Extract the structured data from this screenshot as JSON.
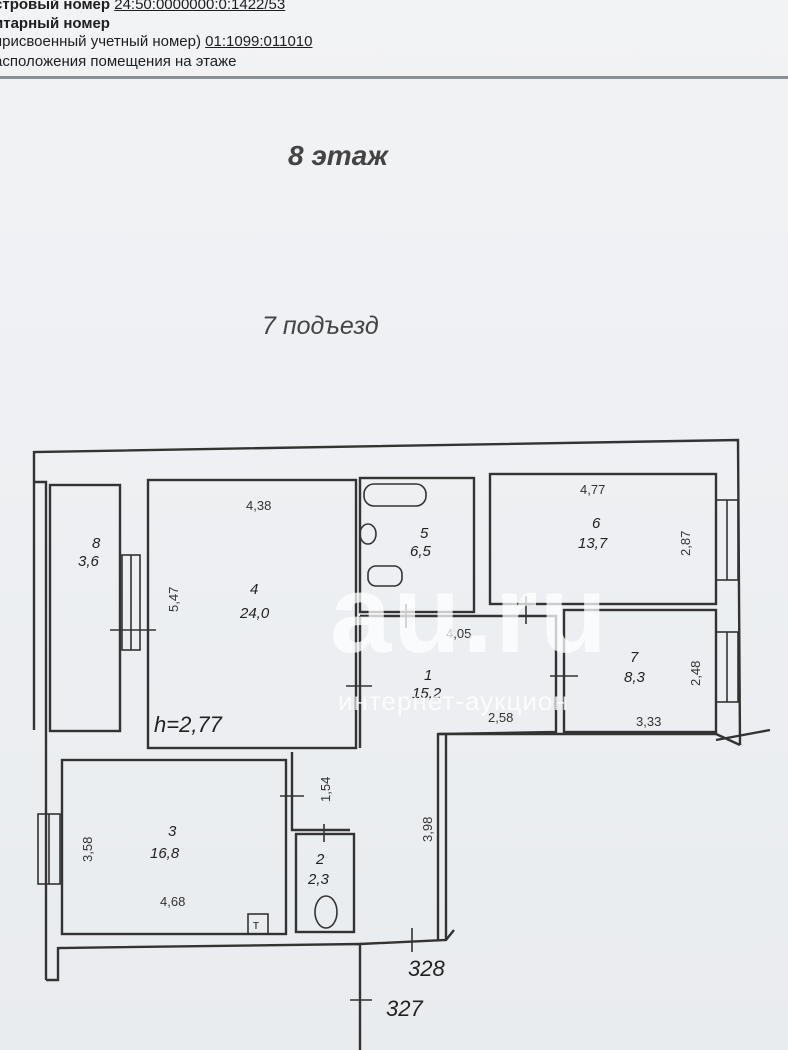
{
  "header": {
    "cadastral_label": "стровый номер",
    "cadastral_value": "24:50:0000000:0:1422/53",
    "inventory_label": "итарный номер",
    "assigned_label": "присвоенный учетный номер)",
    "assigned_value": "01:1099:011010",
    "location_label": "асположения помещения на этаже"
  },
  "plan": {
    "floor_title": "8 этаж",
    "entrance_label": "7  подъезд",
    "ceiling_height": "h=2,77",
    "rooms": [
      {
        "num": "1",
        "area": "15,2"
      },
      {
        "num": "2",
        "area": "2,3"
      },
      {
        "num": "3",
        "area": "16,8"
      },
      {
        "num": "4",
        "area": "24,0"
      },
      {
        "num": "5",
        "area": "6,5"
      },
      {
        "num": "6",
        "area": "13,7"
      },
      {
        "num": "7",
        "area": "8,3"
      },
      {
        "num": "8",
        "area": "3,6"
      }
    ],
    "dimensions": {
      "d438": "4,38",
      "d547": "5,47",
      "d477": "4,77",
      "d287": "2,87",
      "d405": "4,05",
      "d258": "2,58",
      "d248": "2,48",
      "d333": "3,33",
      "d154": "1,54",
      "d398": "3,98",
      "d358": "3,58",
      "d468": "4,68"
    },
    "apt_328": "328",
    "apt_327": "327",
    "symbol_t": "т"
  },
  "watermark": {
    "logo": "au.ru",
    "tagline": "интернет-аукцион"
  }
}
